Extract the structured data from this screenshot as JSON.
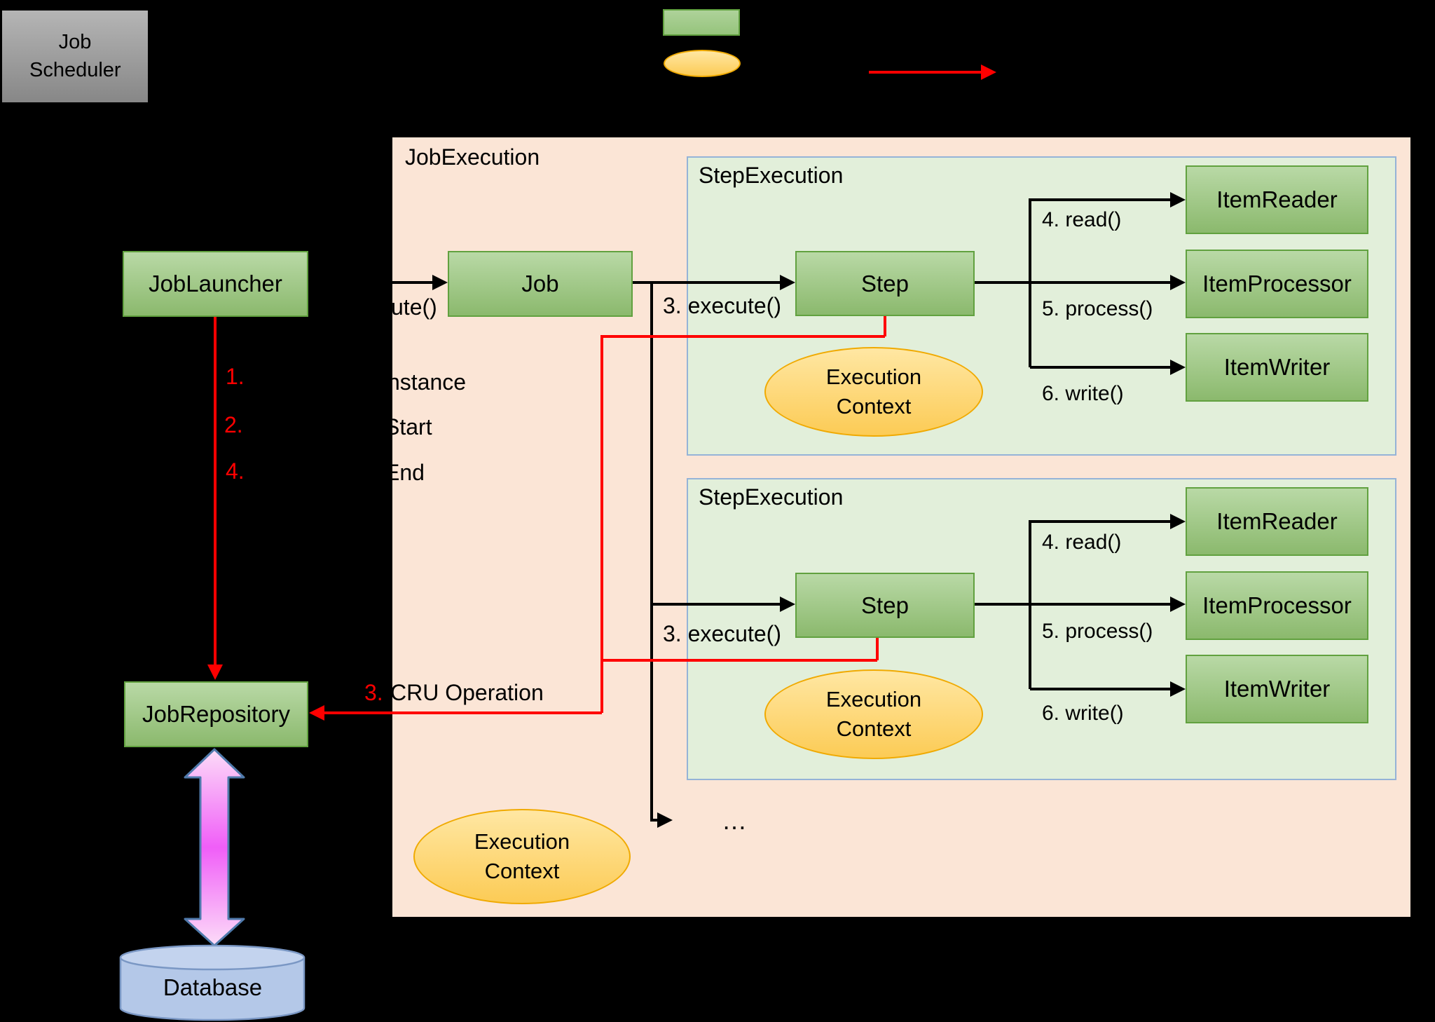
{
  "colors": {
    "background": "#000000",
    "job_execution_panel": "#fbe5d6",
    "step_execution_panel": "#e2efda",
    "step_execution_border": "#95b3d7",
    "green_box": "#9bc47e",
    "green_box_border": "#61a13f",
    "orange_ellipse": "#fcd069",
    "orange_ellipse_border": "#f0aa02",
    "red_accent": "#ff0000",
    "gray_box": "#a0a0a0",
    "database_blue": "#b4c8e8",
    "pink_arrow": "#f05ef8"
  },
  "legend": {
    "rect_swatch_icon": "green-rectangle-swatch",
    "ellipse_swatch_icon": "orange-ellipse-swatch",
    "arrow_swatch_icon": "red-arrow-swatch"
  },
  "scheduler": {
    "label": "Job Scheduler"
  },
  "launcher": {
    "label": "JobLauncher"
  },
  "repository": {
    "label": "JobRepository"
  },
  "database": {
    "label": "Database"
  },
  "flow_numbers": {
    "n1": "1.",
    "n2": "2.",
    "n4": "4."
  },
  "cru": {
    "number": "3.",
    "label": "CRU Operation"
  },
  "job_execution": {
    "title": "JobExecution",
    "job": {
      "label": "Job"
    },
    "clipped": {
      "execute_fragment": "ute()",
      "instance_fragment": "nstance",
      "start_fragment": "Start",
      "end_fragment": "End"
    },
    "outer_execution_context": "Execution Context",
    "ellipsis": "…",
    "step_executions": [
      {
        "title": "StepExecution",
        "step": "Step",
        "execute": "3. execute()",
        "read": "4. read()",
        "process": "5. process()",
        "write": "6. write()",
        "item_reader": "ItemReader",
        "item_processor": "ItemProcessor",
        "item_writer": "ItemWriter",
        "execution_context": "Execution Context"
      },
      {
        "title": "StepExecution",
        "step": "Step",
        "execute": "3. execute()",
        "read": "4. read()",
        "process": "5. process()",
        "write": "6. write()",
        "item_reader": "ItemReader",
        "item_processor": "ItemProcessor",
        "item_writer": "ItemWriter",
        "execution_context": "Execution Context"
      }
    ]
  }
}
